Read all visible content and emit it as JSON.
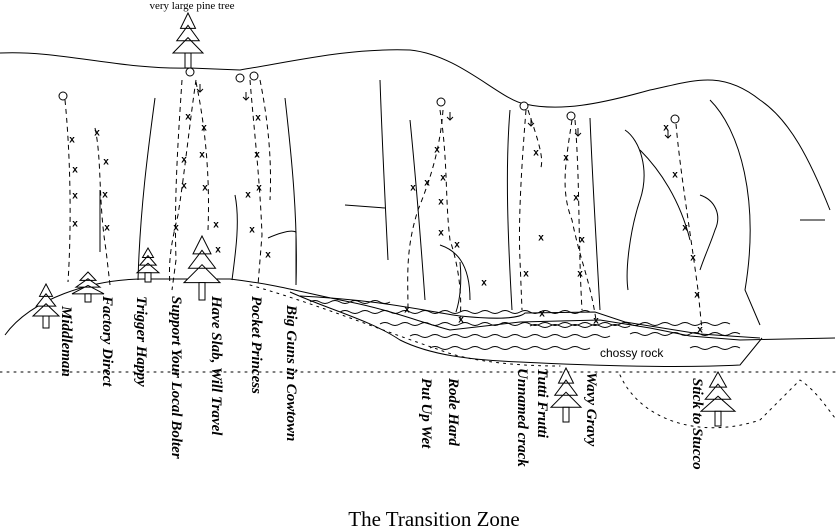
{
  "title": "The  Transition Zone",
  "top_tree_label": "very large pine tree",
  "area_label": "chossy rock",
  "routes": [
    "Middleman",
    "Factory Direct",
    "Trigger Happy",
    "Support Your Local Bolter",
    "Have Slab, Will Travel",
    "Pocket Princess",
    "Big Guns in Cowtown",
    "Put Up Wet",
    "Rode Hard",
    "Unnamed crack",
    "Tutti Frutti",
    "Wavy Gravy",
    "Stick to Stucco"
  ],
  "bolt_symbol": "x",
  "icons": [
    "pine-tree-icon",
    "anchor-icon",
    "bolt-icon"
  ]
}
